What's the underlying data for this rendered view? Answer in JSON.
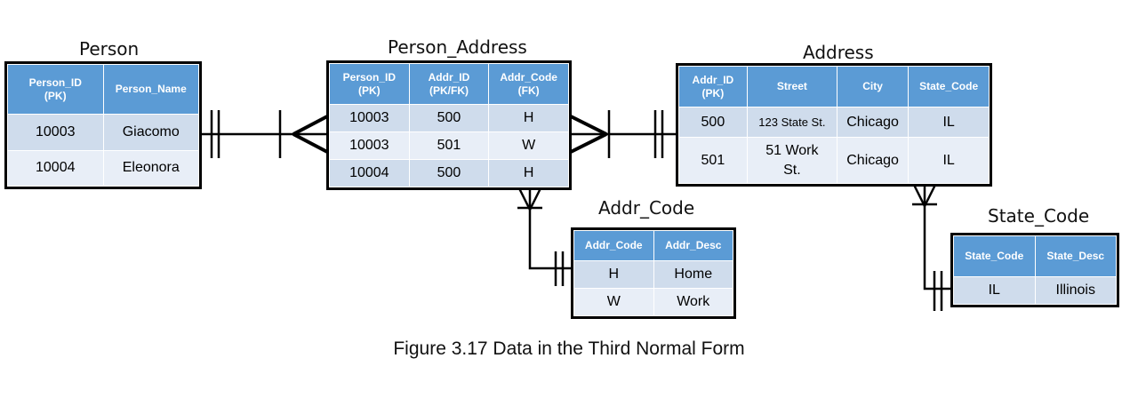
{
  "entities": {
    "person": {
      "title": "Person",
      "headers": [
        "Person_ID\n(PK)",
        "Person_Name"
      ],
      "rows": [
        [
          "10003",
          "Giacomo"
        ],
        [
          "10004",
          "Eleonora"
        ]
      ]
    },
    "person_address": {
      "title": "Person_Address",
      "headers": [
        "Person_ID\n(PK)",
        "Addr_ID\n(PK/FK)",
        "Addr_Code\n(FK)"
      ],
      "rows": [
        [
          "10003",
          "500",
          "H"
        ],
        [
          "10003",
          "501",
          "W"
        ],
        [
          "10004",
          "500",
          "H"
        ]
      ]
    },
    "address": {
      "title": "Address",
      "headers": [
        "Addr_ID\n(PK)",
        "Street",
        "City",
        "State_Code"
      ],
      "rows": [
        [
          "500",
          "123 State St.",
          "Chicago",
          "IL"
        ],
        [
          "501",
          "51 Work\nSt.",
          "Chicago",
          "IL"
        ]
      ]
    },
    "addr_code": {
      "title": "Addr_Code",
      "headers": [
        "Addr_Code",
        "Addr_Desc"
      ],
      "rows": [
        [
          "H",
          "Home"
        ],
        [
          "W",
          "Work"
        ]
      ]
    },
    "state_code": {
      "title": "State_Code",
      "headers": [
        "State_Code",
        "State_Desc"
      ],
      "rows": [
        [
          "IL",
          "Illinois"
        ]
      ]
    }
  },
  "caption": "Figure 3.17 Data in the Third Normal Form"
}
